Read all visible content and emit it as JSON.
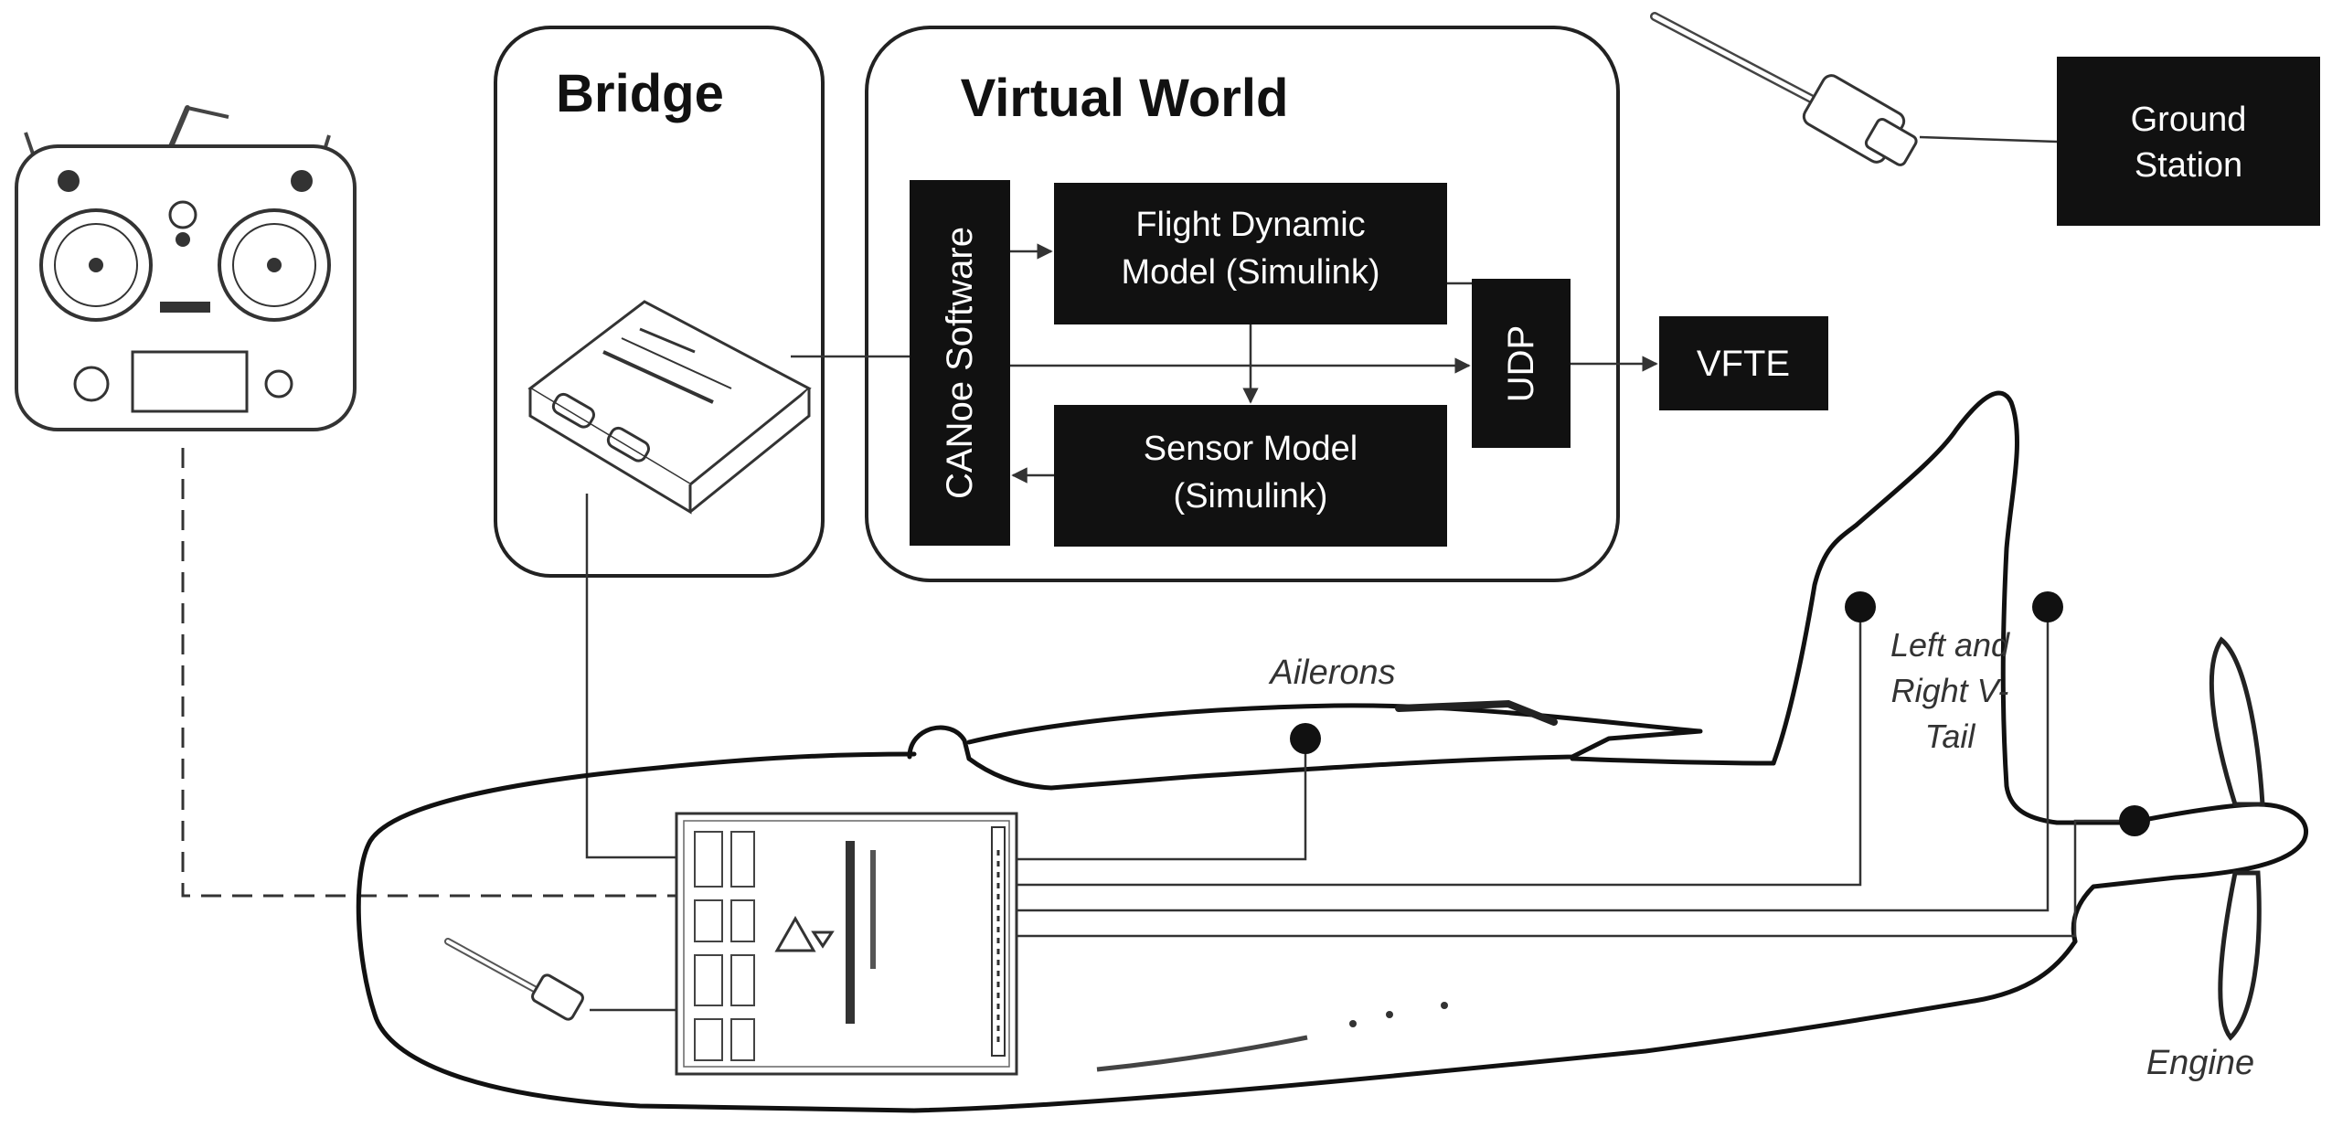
{
  "groups": {
    "bridge": "Bridge",
    "virtual_world": "Virtual World"
  },
  "blocks": {
    "canoe": "CANoe Software",
    "fdm_line1": "Flight Dynamic",
    "fdm_line2": "Model (Simulink)",
    "sensor_line1": "Sensor Model",
    "sensor_line2": "(Simulink)",
    "udp": "UDP",
    "vfte": "VFTE",
    "ground_line1": "Ground",
    "ground_line2": "Station"
  },
  "aircraft_labels": {
    "ailerons": "Ailerons",
    "vtail_line1": "Left and",
    "vtail_line2": "Right V-",
    "vtail_line3": "Tail",
    "engine": "Engine"
  },
  "colors": {
    "block_fill": "#111111",
    "block_text": "#ffffff",
    "line": "#333333"
  },
  "icons": [
    "rc-transmitter-icon",
    "can-interface-icon",
    "telemetry-radio-icon",
    "autopilot-board-icon",
    "aircraft-outline-icon",
    "propeller-icon"
  ]
}
